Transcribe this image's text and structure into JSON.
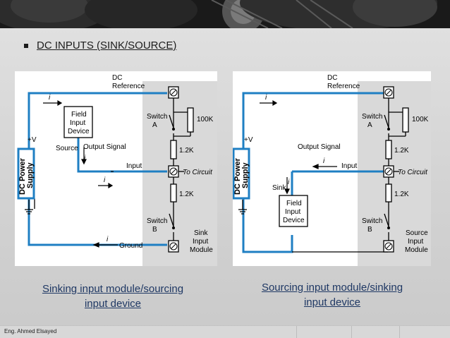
{
  "slide": {
    "title": "DC INPUTS (SINK/SOURCE)",
    "footer": "Eng. Ahmed Elsayed"
  },
  "left_diagram": {
    "dc_reference": [
      "DC",
      "Reference"
    ],
    "field_device": [
      "Field",
      "Input",
      "Device"
    ],
    "switch_a": [
      "Switch",
      "A"
    ],
    "switch_b": [
      "Switch",
      "B"
    ],
    "r_top": "100K",
    "r_mid": "1.2K",
    "r_low": "1.2K",
    "supply": [
      "DC Power",
      "Supply"
    ],
    "plus_v": "+V",
    "source": "Source",
    "output_signal": "Output Signal",
    "input": "Input",
    "to_circuit": "To Circuit",
    "ground": "Ground",
    "module": [
      "Sink",
      "Input",
      "Module"
    ],
    "current": "i"
  },
  "right_diagram": {
    "dc_reference": [
      "DC",
      "Reference"
    ],
    "field_device": [
      "Field",
      "Input",
      "Device"
    ],
    "switch_a": [
      "Switch",
      "A"
    ],
    "switch_b": [
      "Switch",
      "B"
    ],
    "r_top": "100K",
    "r_mid": "1.2K",
    "r_low": "1.2K",
    "supply": [
      "DC Power",
      "Supply"
    ],
    "plus_v": "+V",
    "sink": "Sink",
    "output_signal": "Output Signal",
    "input": "Input",
    "to_circuit": "To Circuit",
    "module": [
      "Source",
      "Input",
      "Module"
    ],
    "current": "i"
  },
  "captions": {
    "left": [
      "Sinking input module/sourcing",
      "input device"
    ],
    "right": [
      "Sourcing input module/sinking",
      "input device"
    ]
  },
  "colors": {
    "wire_blue": "#1f7fc3",
    "module_gray": "#d9d9d9",
    "caption": "#1f3864"
  }
}
